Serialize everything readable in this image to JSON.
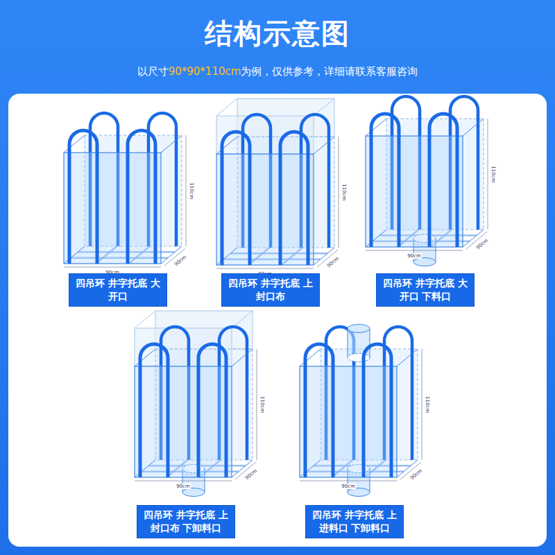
{
  "diagram": {
    "title": "结构示意图",
    "nodes": [
      {
        "text": [
          "四吊环 井字托底 大开口"
        ]
      },
      {
        "text": [
          "四吊环 井字托底 上封口布"
        ]
      },
      {
        "text": [
          "四吊环 井字托底 大开口 下料口"
        ]
      },
      {
        "text": [
          "四吊环 井字托底 上封口布 下卸料口"
        ]
      },
      {
        "text": [
          "四吊环 井字托底 上进料口 下卸料口"
        ]
      }
    ],
    "labels": [
      "以尺寸",
      "90*90*110cm",
      "为例，仅供参考，详细请联系客服咨询",
      "110cm",
      "90cm",
      "90cm",
      "110cm",
      "90cm",
      "90cm",
      "110cm",
      "90cm",
      "90cm",
      "110cm",
      "90cm",
      "90cm",
      "110cm",
      "90cm",
      "90cm"
    ]
  }
}
